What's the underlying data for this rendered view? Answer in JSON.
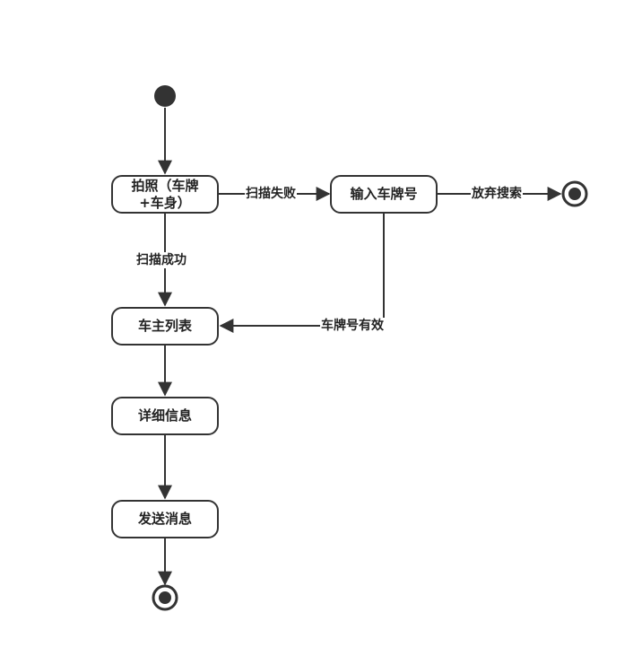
{
  "nodes": {
    "photo": "拍照（车牌\n+车身）",
    "input_plate": "输入车牌号",
    "owner_list": "车主列表",
    "details": "详细信息",
    "send_message": "发送消息"
  },
  "edges": {
    "scan_fail": "扫描失败",
    "abandon_search": "放弃搜索",
    "scan_success": "扫描成功",
    "plate_valid": "车牌号有效"
  },
  "colors": {
    "stroke": "#333333",
    "fill": "#ffffff",
    "text": "#222222"
  }
}
